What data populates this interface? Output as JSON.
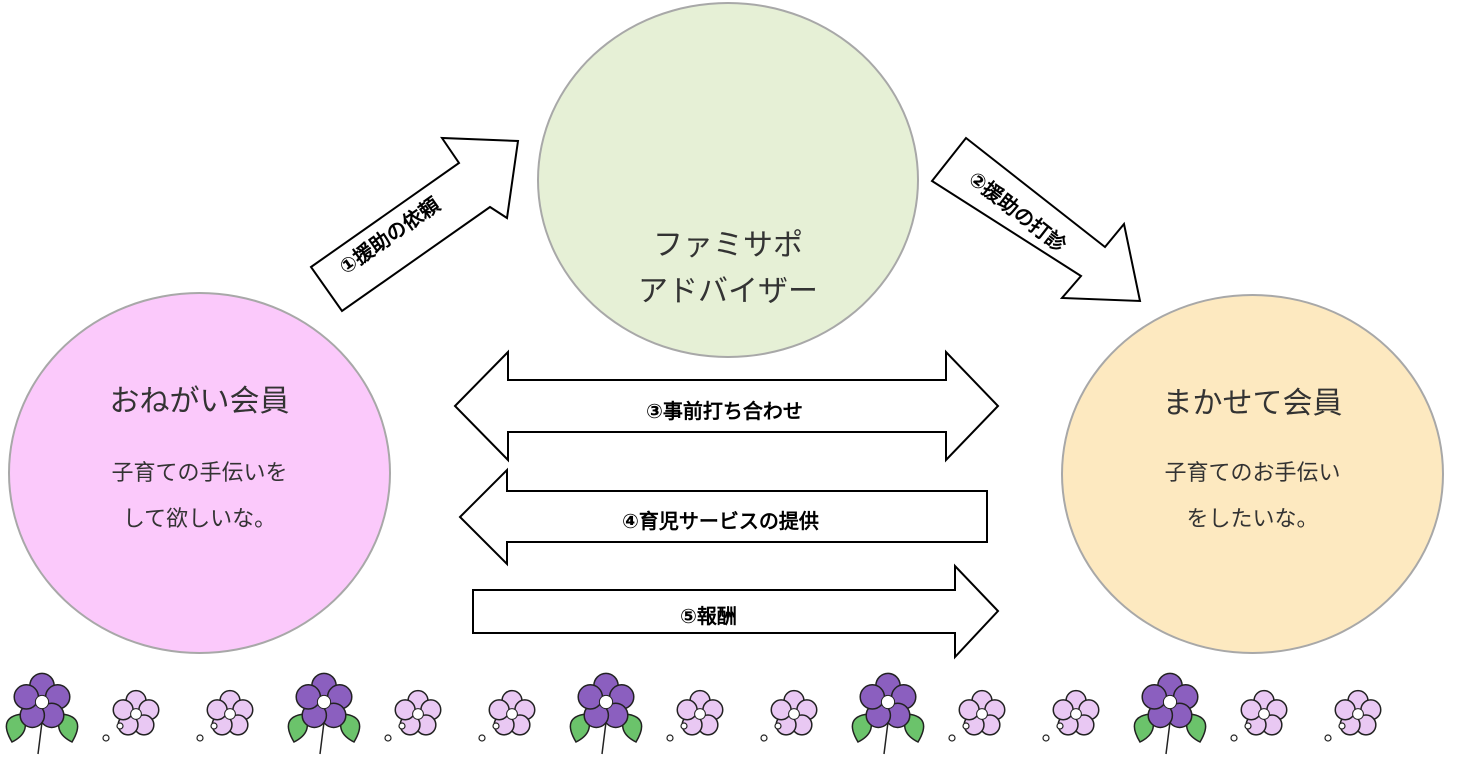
{
  "advisor": {
    "line1": "ファミサポ",
    "line2": "アドバイザー"
  },
  "requester": {
    "title": "おねがい会員",
    "desc1": "子育ての手伝いを",
    "desc2": "して欲しいな。"
  },
  "supporter": {
    "title": "まかせて会員",
    "desc1": "子育てのお手伝い",
    "desc2": "をしたいな。"
  },
  "arrows": {
    "a1": "①援助の依頼",
    "a2": "②援助の打診",
    "a3": "③事前打ち合わせ",
    "a4": "④育児サービスの提供",
    "a5": "⑤報酬"
  },
  "colors": {
    "advisor": "#e6f0d6",
    "requester": "#fbc9fb",
    "supporter": "#fde9c0",
    "circle_border": "#a8a8a8",
    "flower_dark": "#8b5fbf",
    "flower_light": "#e9c8f3",
    "leaf": "#6bc36b"
  },
  "decoration": {
    "flower_border": "violet-flower-border"
  }
}
